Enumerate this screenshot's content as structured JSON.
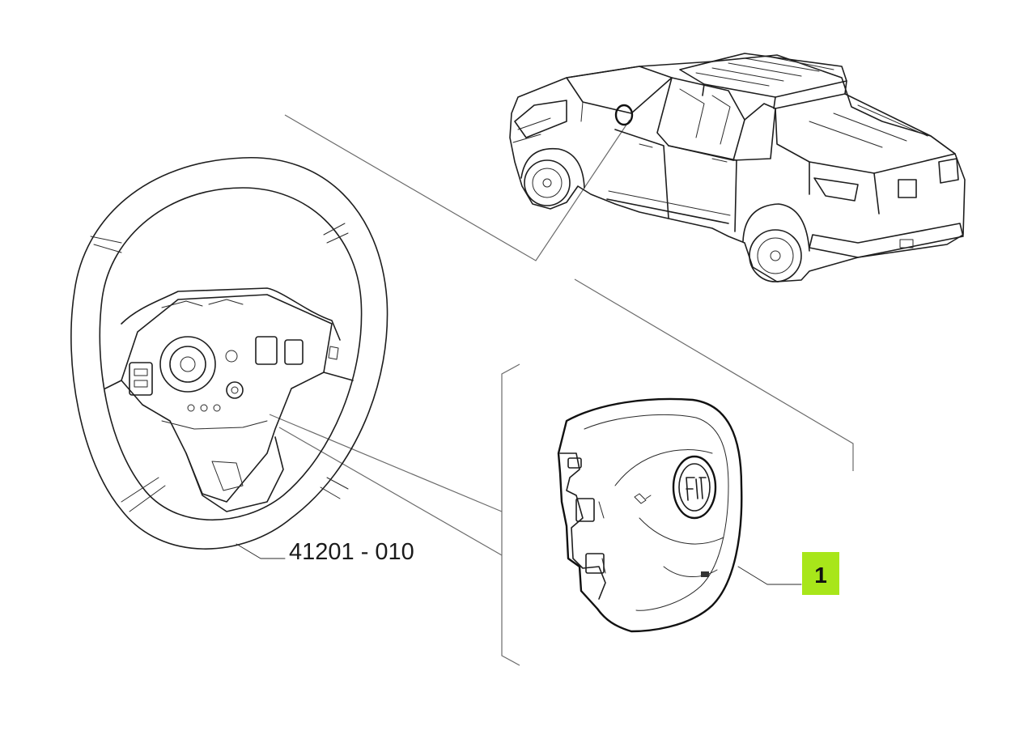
{
  "diagram": {
    "part_label_steering_wheel": "41201 - 010",
    "callout_airbag": "1",
    "colors": {
      "callout_fill": "#a8e61a",
      "line": "#1e1e1e",
      "leader": "#6b6b6b",
      "background": "#ffffff"
    },
    "parts": [
      {
        "name": "vehicle-pickup",
        "icon": "pickup-truck-drawing"
      },
      {
        "name": "steering-wheel",
        "icon": "steering-wheel-drawing"
      },
      {
        "name": "driver-airbag-module",
        "icon": "airbag-cover-drawing"
      }
    ]
  }
}
